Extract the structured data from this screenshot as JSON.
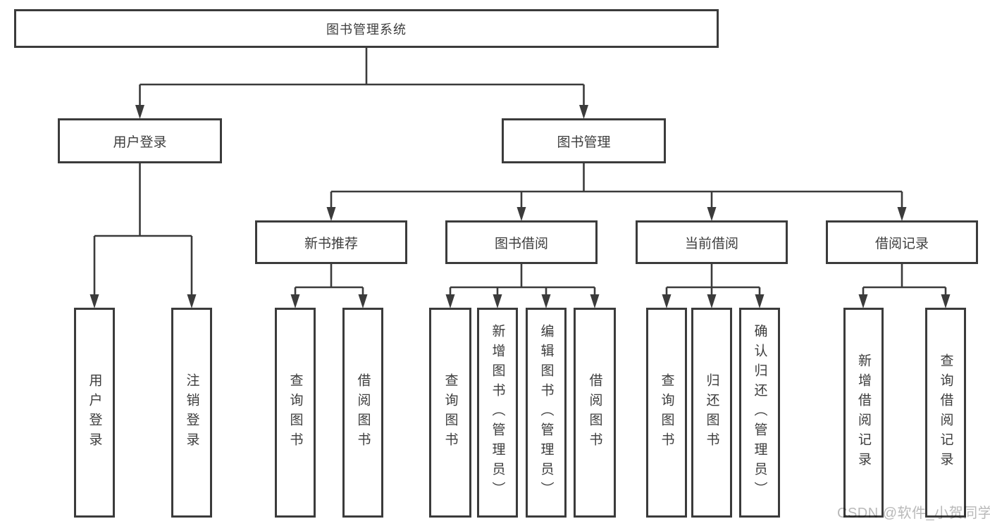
{
  "diagram": {
    "type": "org-tree",
    "nodes": {
      "root": "图书管理系统",
      "user_login": "用户登录",
      "book_mgmt": "图书管理",
      "new_books": "新书推荐",
      "book_borrow": "图书借阅",
      "current_borrow": "当前借阅",
      "borrow_records": "借阅记录",
      "ul_login": "用户登录",
      "ul_logout": "注销登录",
      "nb_query": "查询图书",
      "nb_borrow": "借阅图书",
      "bb_query": "查询图书",
      "bb_add": "新增图书（管理员）",
      "bb_edit": "编辑图书（管理员）",
      "bb_borrow": "借阅图书",
      "cb_query": "查询图书",
      "cb_return": "归还图书",
      "cb_confirm": "确认归还（管理员）",
      "br_add": "新增借阅记录",
      "br_query": "查询借阅记录"
    },
    "hierarchy": {
      "图书管理系统": {
        "用户登录": [
          "用户登录",
          "注销登录"
        ],
        "图书管理": {
          "新书推荐": [
            "查询图书",
            "借阅图书"
          ],
          "图书借阅": [
            "查询图书",
            "新增图书（管理员）",
            "编辑图书（管理员）",
            "借阅图书"
          ],
          "当前借阅": [
            "查询图书",
            "归还图书",
            "确认归还（管理员）"
          ],
          "借阅记录": [
            "新增借阅记录",
            "查询借阅记录"
          ]
        }
      }
    },
    "line_color": "#3b3b3b"
  },
  "watermark": "CSDN @软件_小贺同学"
}
